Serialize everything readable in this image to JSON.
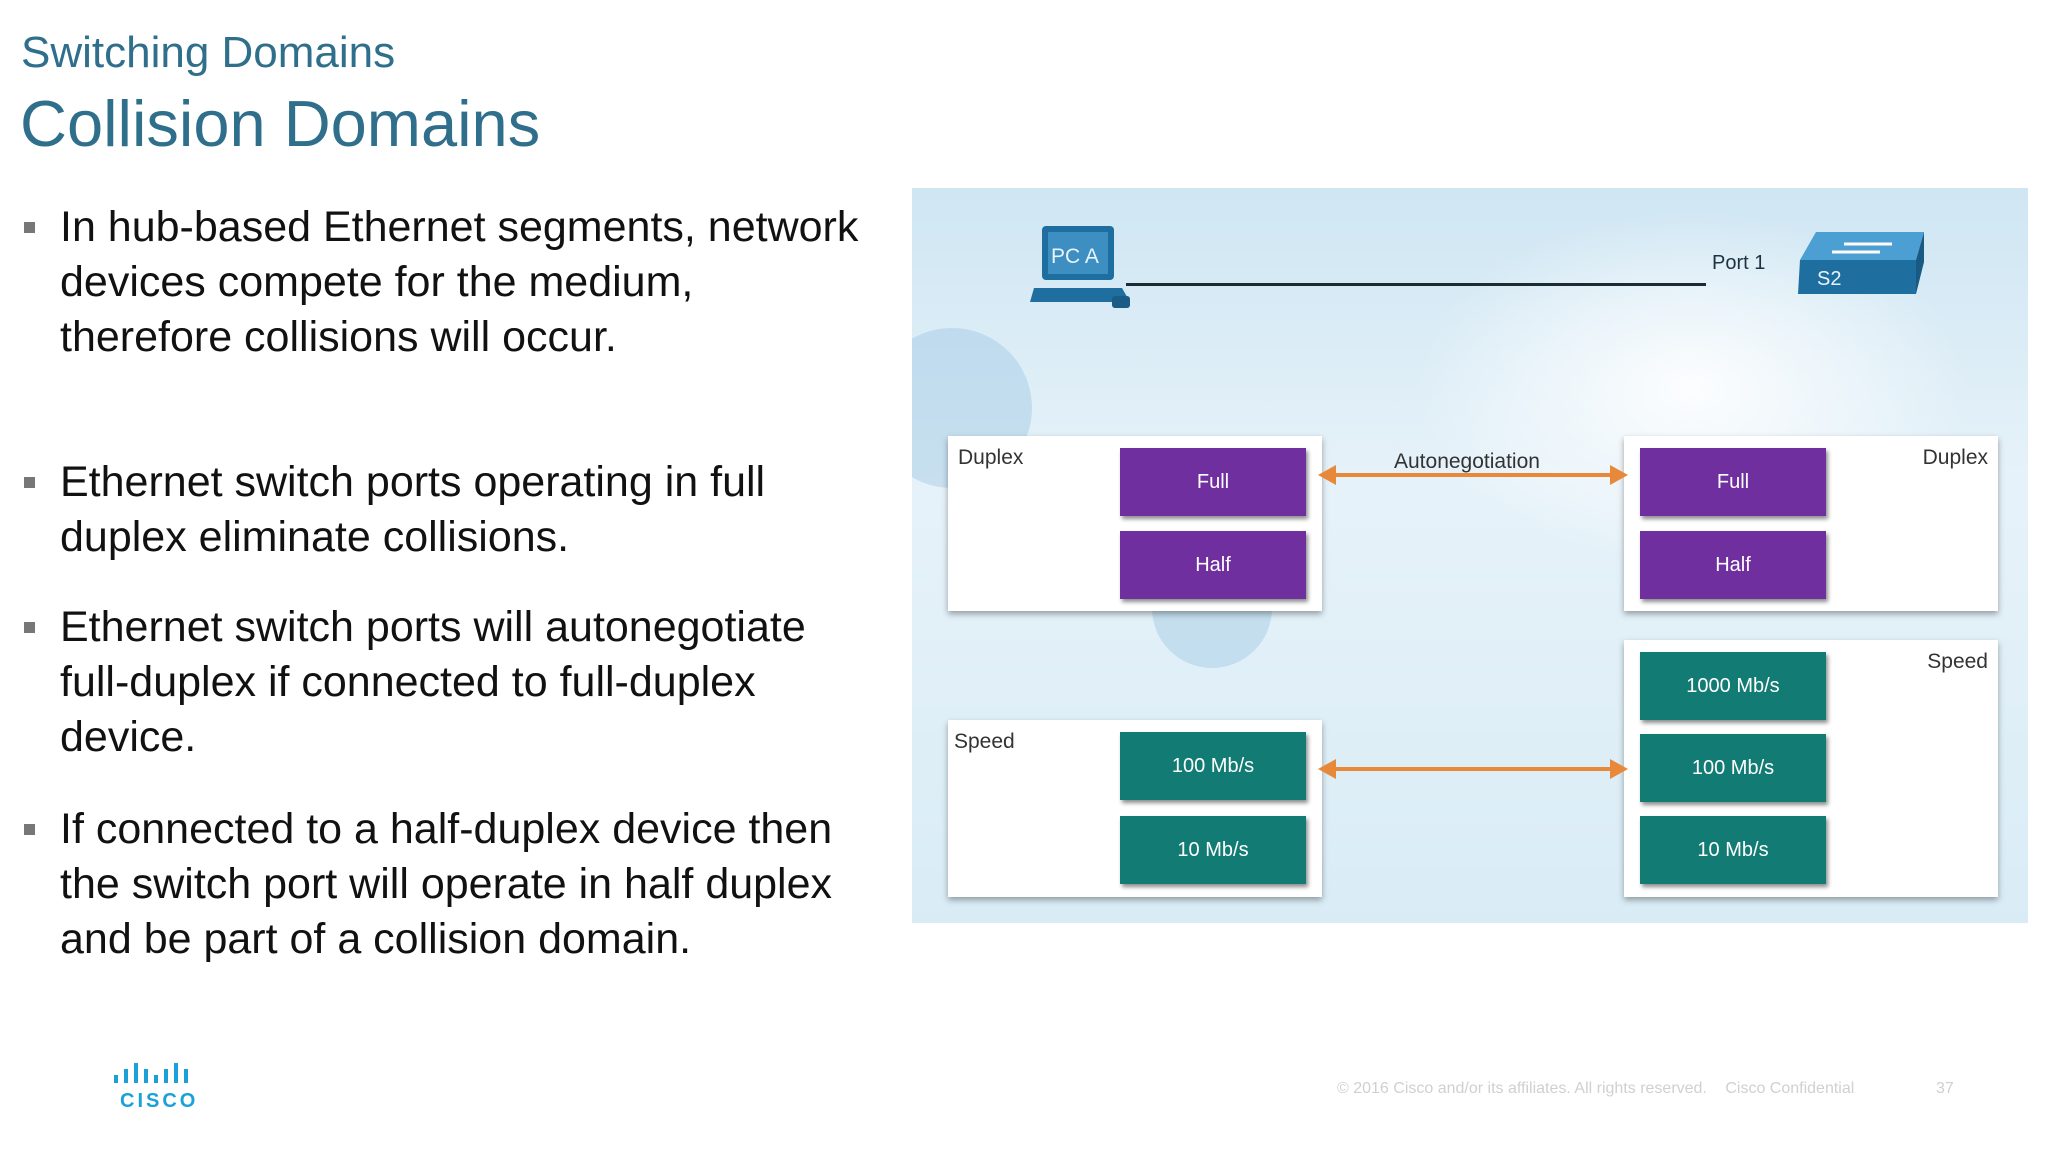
{
  "header": {
    "subtitle": "Switching Domains",
    "title": "Collision Domains"
  },
  "bullets": [
    "In hub-based Ethernet segments, network devices compete for the medium, therefore collisions will occur.",
    "Ethernet switch ports operating in full duplex eliminate collisions.",
    "Ethernet switch ports will autonegotiate full-duplex if connected to full-duplex device.",
    "If connected to a half-duplex device then the switch port will operate in half duplex and be part of a collision domain."
  ],
  "diagram": {
    "pc_label": "PC A",
    "switch_label": "S2",
    "port_label": "Port 1",
    "autoneg_label": "Autonegotiation",
    "left_duplex": {
      "label": "Duplex",
      "options": [
        "Full",
        "Half"
      ]
    },
    "right_duplex": {
      "label": "Duplex",
      "options": [
        "Full",
        "Half"
      ]
    },
    "left_speed": {
      "label": "Speed",
      "options": [
        "100 Mb/s",
        "10 Mb/s"
      ]
    },
    "right_speed": {
      "label": "Speed",
      "options": [
        "1000 Mb/s",
        "100 Mb/s",
        "10 Mb/s"
      ]
    },
    "colors": {
      "duplex": "#6f2f9e",
      "speed": "#127c74",
      "arrow": "#e8893a"
    }
  },
  "footer": {
    "copyright": "© 2016  Cisco and/or its affiliates. All rights reserved.",
    "confidential": "Cisco Confidential",
    "page_number": "37",
    "logo_text": "CISCO"
  }
}
